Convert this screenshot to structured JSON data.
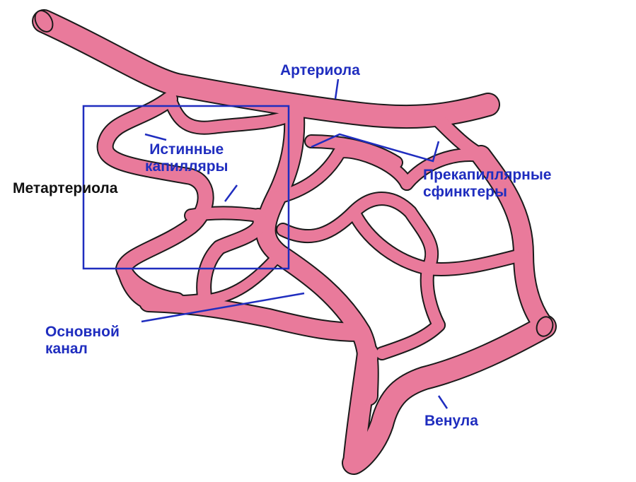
{
  "colors": {
    "vessel": "#e97a9b",
    "vessel_outline": "#1a1a1a",
    "label": "#1f2dbf",
    "label_black": "#111111",
    "leader": "#1f2dbf"
  },
  "labels": {
    "arteriole": "Артериола",
    "true_capillaries_line1": "Истинные",
    "true_capillaries_line2": "капилляры",
    "metarteriole": "Метартериола",
    "precapillary_line1": "Прекапиллярные",
    "precapillary_line2": "сфинктеры",
    "main_channel_line1": "Основной",
    "main_channel_line2": "канал",
    "venule": "Венула"
  }
}
